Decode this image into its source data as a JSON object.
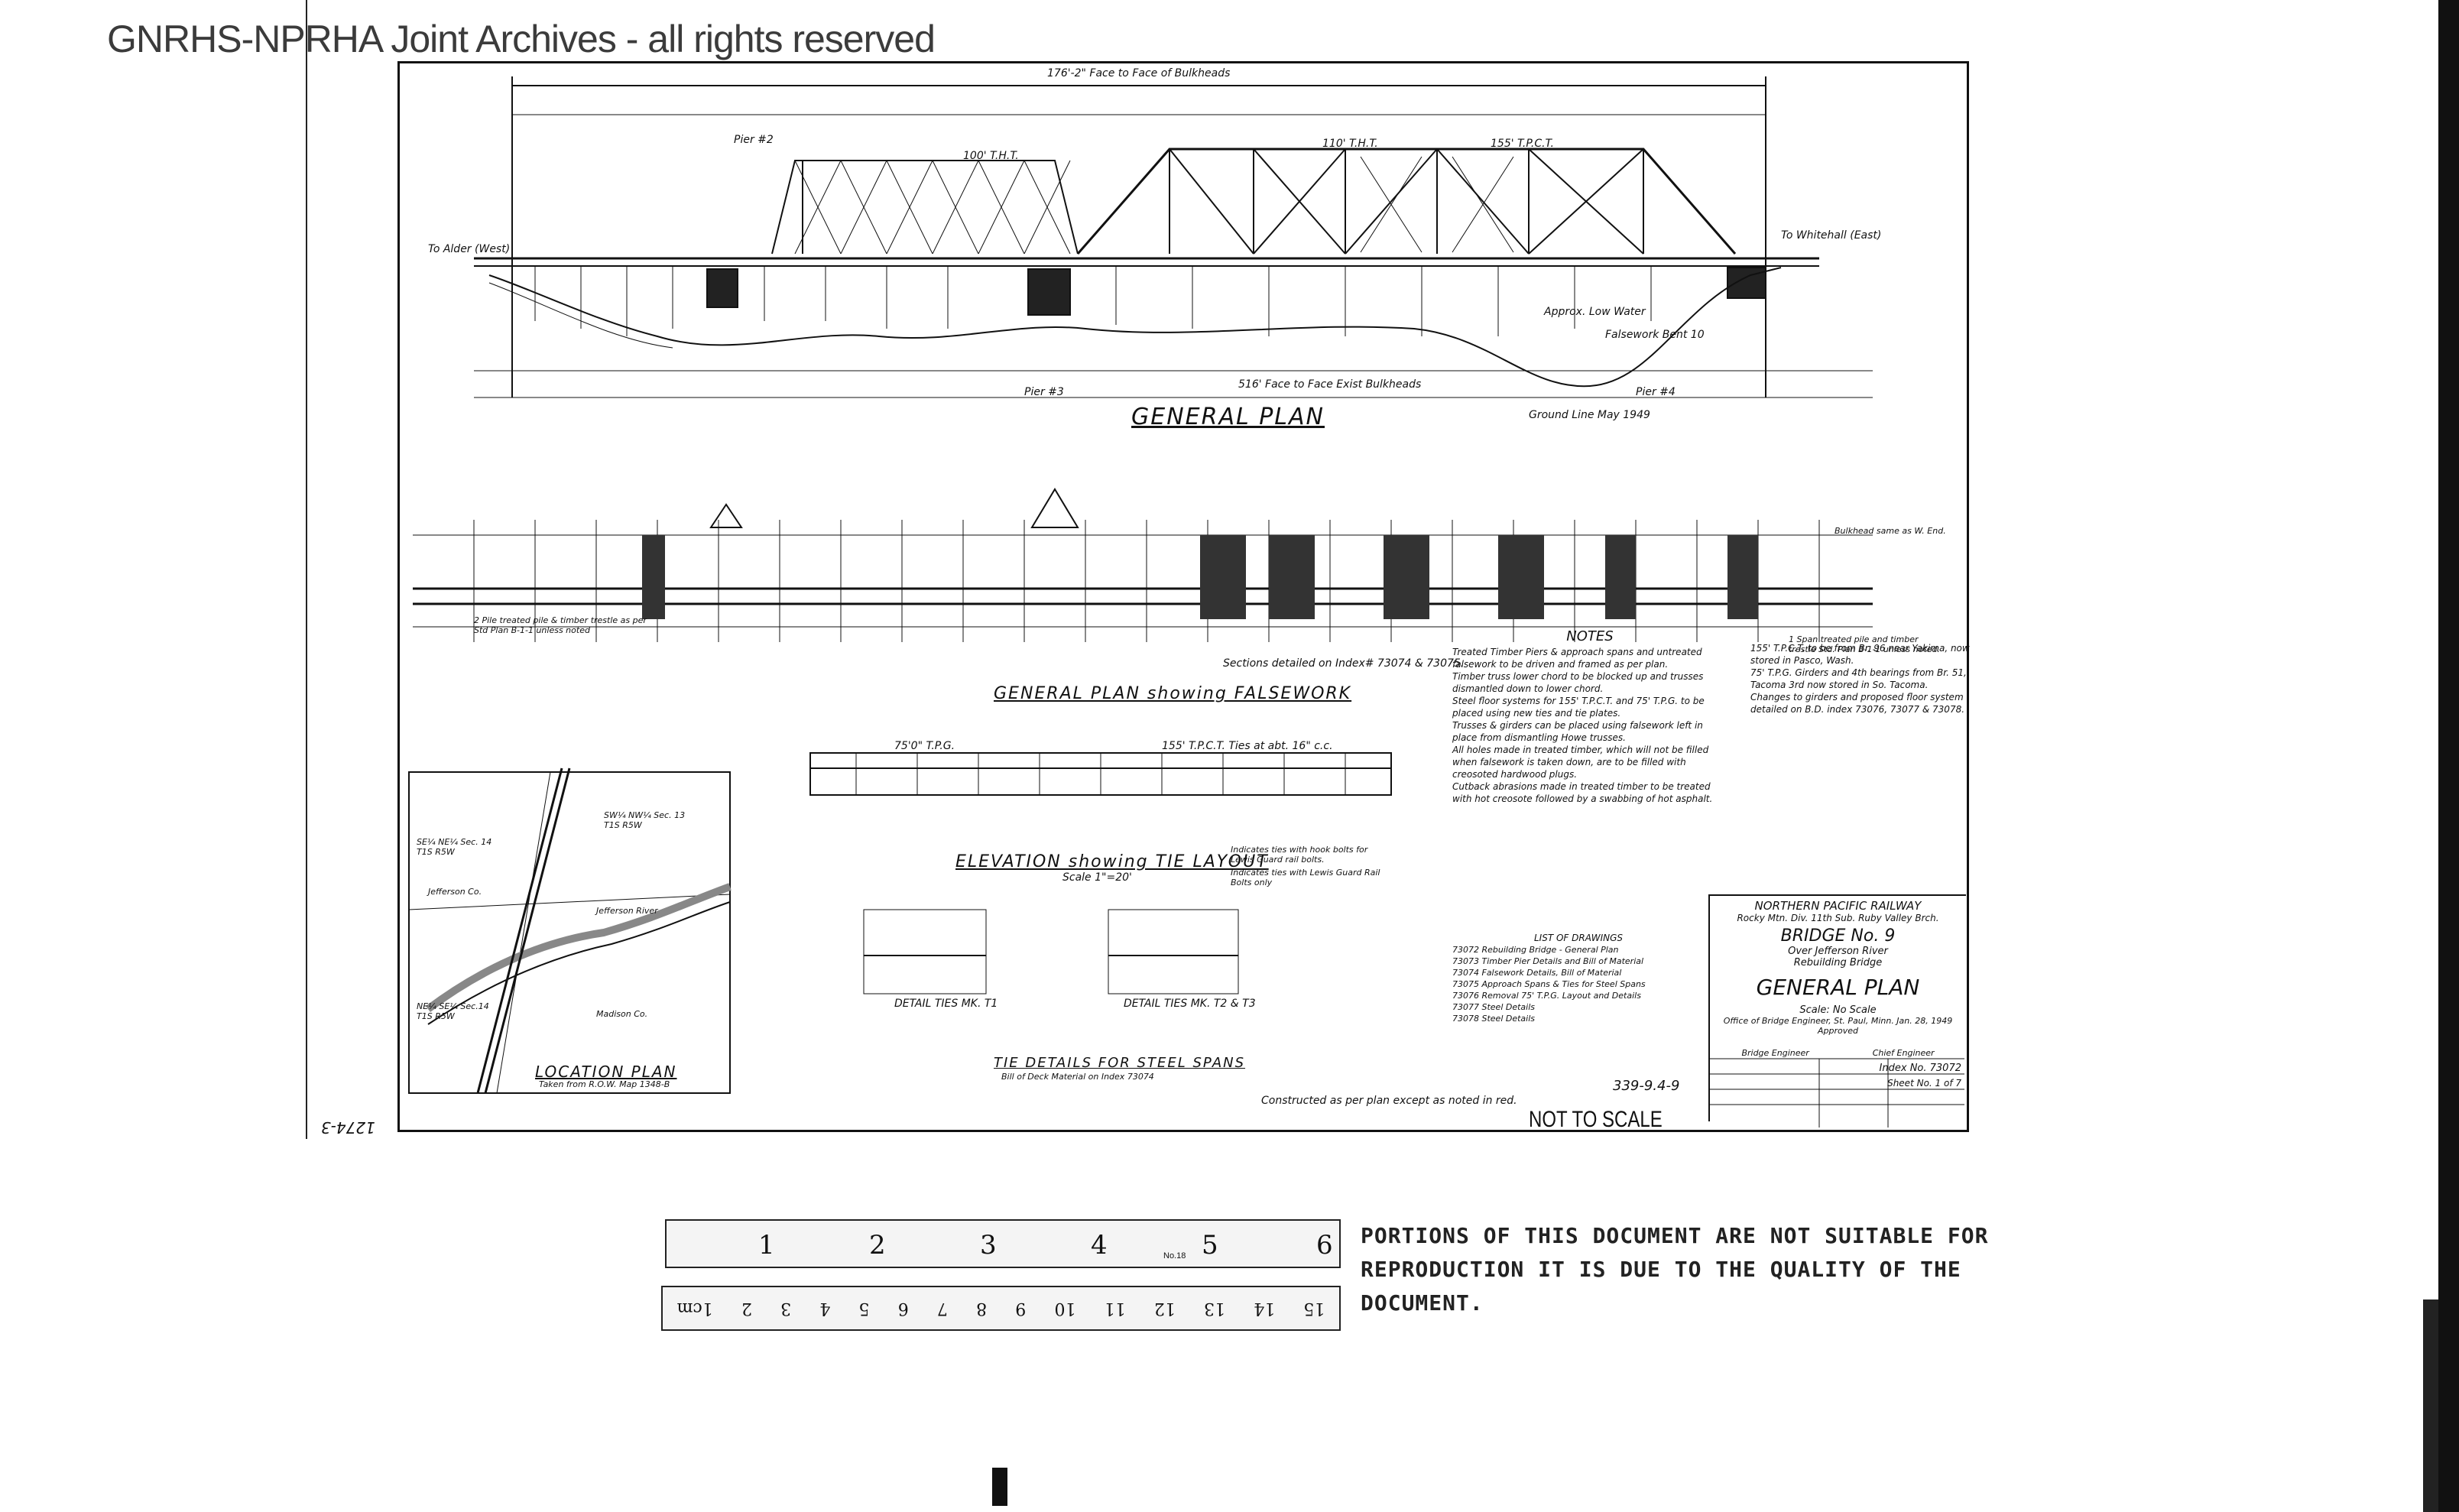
{
  "watermark": "GNRHS-NPRHA Joint Archives - all rights reserved",
  "elevation": {
    "top_dim": "176'-2\" Face to Face of Bulkheads",
    "title": "GENERAL PLAN",
    "ground_line": "Ground Line May 1949",
    "bottom_dim": "516' Face to Face Exist Bulkheads",
    "left_label": "To Alder (West)",
    "right_label": "To Whitehall (East)",
    "span1": "100' T.H.T.",
    "span2": "110' T.H.T.",
    "span3": "155' T.P.C.T.",
    "pier2": "Pier #2",
    "pier3": "Pier #3",
    "pier4": "Pier #4",
    "falsework": "Falsework Bent 10",
    "low_water": "Approx. Low Water"
  },
  "plan_falsework": {
    "title": "GENERAL PLAN showing FALSEWORK",
    "sections_note": "Sections detailed on Index# 73074 & 73075.",
    "left_note": "2 Pile treated pile & timber trestle as per Std Plan B-1-1 unless noted",
    "right_note": "1 Span treated pile and timber trestle Std. Plan B-1-1 unless noted.",
    "bulkhead_note": "Bulkhead same as W. End."
  },
  "tie_layout": {
    "title": "ELEVATION showing TIE LAYOUT",
    "scale": "Scale 1\"=20'",
    "label1": "75'0\" T.P.G.",
    "label2": "155' T.P.C.T. Ties at abt. 16\" c.c.",
    "label3": "Indicates ties with hook bolts for Lewis Guard rail bolts.",
    "label4": "Indicates ties with Lewis Guard Rail Bolts only"
  },
  "location": {
    "title": "LOCATION PLAN",
    "subtitle": "Taken from R.O.W. Map 1348-B",
    "nw": "SE¼ NE¼ Sec. 14 T1S R5W",
    "ne": "SW¼ NW¼ Sec. 13 T1S R5W",
    "county1": "Jefferson Co.",
    "county2": "Madison Co.",
    "river": "Jefferson River",
    "sw": "NE¼ SE¼ Sec.14 T1S R5W"
  },
  "details": {
    "title": "TIE DETAILS FOR STEEL SPANS",
    "subtitle": "Bill of Deck Material on Index 73074",
    "detail1": "DETAIL TIES MK. T1",
    "detail2": "DETAIL TIES MK. T2 & T3",
    "constructed": "Constructed as per plan except as noted in red."
  },
  "notes": {
    "heading": "NOTES",
    "lines": [
      "Treated Timber Piers & approach spans and untreated falsework to be driven and framed as per plan.",
      "Timber truss lower chord to be blocked up and trusses dismantled down to lower chord.",
      "Steel floor systems for 155' T.P.C.T. and 75' T.P.G. to be placed using new ties and tie plates.",
      "Trusses & girders can be placed using falsework left in place from dismantling Howe trusses.",
      "All holes made in treated timber, which will not be filled when falsework is taken down, are to be filled with creosoted hardwood plugs.",
      "Cutback abrasions made in treated timber to be treated with hot creosote followed by a swabbing of hot asphalt."
    ]
  },
  "right_notes": {
    "lines": [
      "155' T.P.C.T. to be from Br. 96 near Yakima, now stored in Pasco, Wash.",
      "75' T.P.G. Girders and 4th bearings from Br. 51, Tacoma 3rd now stored in So. Tacoma.",
      "Changes to girders and proposed floor system detailed on B.D. index 73076, 73077 & 73078."
    ]
  },
  "drawings": {
    "heading": "LIST OF DRAWINGS",
    "items": [
      "73072 Rebuilding Bridge - General Plan",
      "73073 Timber Pier Details and Bill of Material",
      "73074 Falsework Details, Bill of Material",
      "73075 Approach Spans & Ties for Steel Spans",
      "73076 Removal 75' T.P.G. Layout and Details",
      "73077 Steel Details",
      "73078 Steel Details"
    ],
    "drawing_no": "339-9.4-9"
  },
  "title_block": {
    "company": "NORTHERN PACIFIC RAILWAY",
    "location": "Rocky Mtn. Div. 11th Sub. Ruby Valley Brch.",
    "bridge": "BRIDGE No. 9",
    "over": "Over Jefferson River",
    "rebuild": "Rebuilding Bridge",
    "plan": "GENERAL PLAN",
    "scale": "Scale: No Scale",
    "office": "Office of Bridge Engineer, St. Paul, Minn. Jan. 28, 1949",
    "approved": "Approved",
    "engineer1": "Bridge Engineer",
    "engineer2": "Chief Engineer",
    "index": "Index No. 73072",
    "sheet": "Sheet No. 1 of 7"
  },
  "stamps": {
    "not_to_scale": "NOT TO SCALE",
    "side_code": "1274-3"
  },
  "ruler": {
    "inches": [
      "1",
      "2",
      "3",
      "4",
      "5",
      "6"
    ],
    "cm": [
      "1cm",
      "2",
      "3",
      "4",
      "5",
      "6",
      "7",
      "8",
      "9",
      "10",
      "11",
      "12",
      "13",
      "14",
      "15"
    ],
    "brand": "No.18"
  },
  "warning": "PORTIONS OF THIS DOCUMENT ARE NOT SUITABLE FOR REPRODUCTION IT IS DUE TO THE QUALITY OF THE DOCUMENT."
}
